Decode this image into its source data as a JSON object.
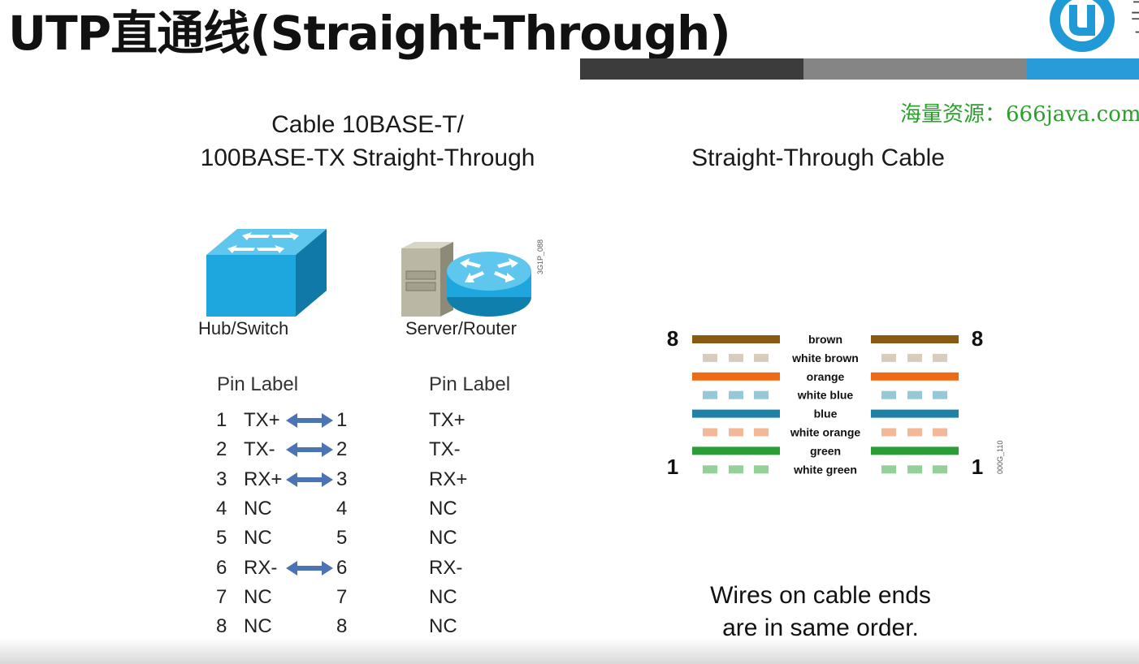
{
  "title": "UTP直通线(Straight-Through)",
  "watermark": "海量资源：666java.com",
  "header_bar_colors": [
    "#3c3c3c",
    "#858585",
    "#2a9bd9"
  ],
  "logo": {
    "icon": "brand-logo-icon",
    "color": "#1f9ad6",
    "edge_glyph": "二\n丁"
  },
  "left_panel": {
    "heading_line1": "Cable 10BASE-T/",
    "heading_line2": "100BASE-TX Straight-Through",
    "device_left": {
      "icon": "switch-icon",
      "label": "Hub/Switch",
      "color": "#1ea6de"
    },
    "device_right": {
      "icon": "server-router-icon",
      "label": "Server/Router",
      "color": "#1ea6de"
    },
    "device_code": "3G1P_088",
    "pin_header_left": "Pin Label",
    "pin_header_right": "Pin Label",
    "pins": [
      {
        "pin_left": "1",
        "label_left": "TX+",
        "pin_right": "1",
        "label_right": "TX+",
        "arrow": true
      },
      {
        "pin_left": "2",
        "label_left": "TX-",
        "pin_right": "2",
        "label_right": "TX-",
        "arrow": true
      },
      {
        "pin_left": "3",
        "label_left": "RX+",
        "pin_right": "3",
        "label_right": "RX+",
        "arrow": true
      },
      {
        "pin_left": "4",
        "label_left": "NC",
        "pin_right": "4",
        "label_right": "NC",
        "arrow": false
      },
      {
        "pin_left": "5",
        "label_left": "NC",
        "pin_right": "5",
        "label_right": "NC",
        "arrow": false
      },
      {
        "pin_left": "6",
        "label_left": "RX-",
        "pin_right": "6",
        "label_right": "RX-",
        "arrow": true
      },
      {
        "pin_left": "7",
        "label_left": "NC",
        "pin_right": "7",
        "label_right": "NC",
        "arrow": false
      },
      {
        "pin_left": "8",
        "label_left": "NC",
        "pin_right": "8",
        "label_right": "NC",
        "arrow": false
      }
    ],
    "arrow_color": "#4a74b4"
  },
  "right_panel": {
    "heading": "Straight-Through Cable",
    "pin_top": "8",
    "pin_bottom": "1",
    "figure_code": "000G_110",
    "wires": [
      {
        "name": "brown",
        "color": "#8a5a12",
        "striped": false
      },
      {
        "name": "white brown",
        "color": "#d8cdbd",
        "striped": true
      },
      {
        "name": "orange",
        "color": "#ee6a14",
        "striped": false
      },
      {
        "name": "white blue",
        "color": "#96c8d8",
        "striped": true
      },
      {
        "name": "blue",
        "color": "#1e82a8",
        "striped": false
      },
      {
        "name": "white orange",
        "color": "#f2b898",
        "striped": true
      },
      {
        "name": "green",
        "color": "#2a9e36",
        "striped": false
      },
      {
        "name": "white green",
        "color": "#94d098",
        "striped": true
      }
    ],
    "note_line1": "Wires on cable ends",
    "note_line2": "are in same order."
  }
}
